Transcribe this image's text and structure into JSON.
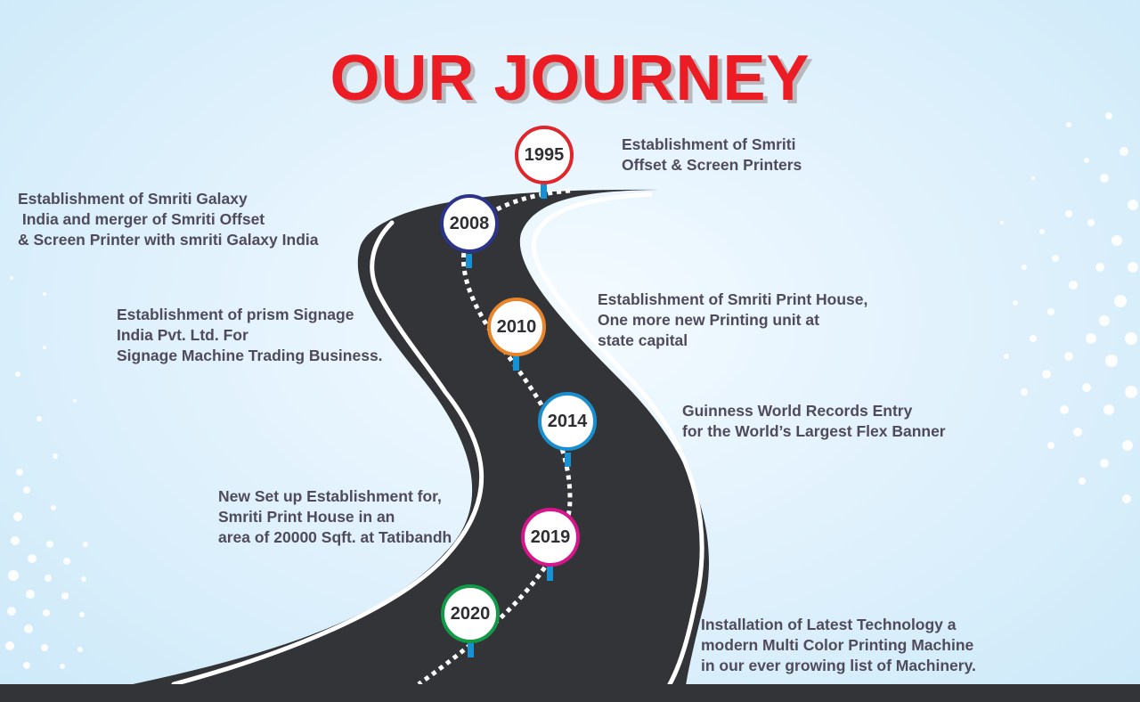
{
  "title": "OUR JOURNEY",
  "colors": {
    "title": "#ec1c24",
    "title_shadow": "#b9b9bd",
    "road": "#333438",
    "text": "#4f4b5a",
    "pole": "#1591d4"
  },
  "milestones": [
    {
      "year": "1995",
      "ring_color": "#e0252b",
      "description": "Establishment of Smriti\nOffset & Screen Printers"
    },
    {
      "year": "2008",
      "ring_color": "#2b3488",
      "description": "Establishment of Smriti Galaxy\n India and merger of Smriti Offset\n& Screen Printer with smriti Galaxy India"
    },
    {
      "year": "2010",
      "ring_color": "#e8852a",
      "description": "Establishment of Smriti Print House,\nOne more new Printing unit at\nstate capital"
    },
    {
      "year": "2014",
      "ring_color": "#1a8fd0",
      "description": "Establishment of prism Signage\nIndia Pvt. Ltd. For\nSignage Machine Trading Business."
    },
    {
      "year": "2019",
      "ring_color": "#d6168a",
      "description": "Guinness World Records Entry\nfor the World’s Largest Flex Banner"
    },
    {
      "year": "2020",
      "ring_color": "#139a48",
      "description": "New Set up Establishment for,\nSmriti Print House in an\narea of 20000 Sqft. at Tatibandh"
    }
  ],
  "extra_note": {
    "description": "Installation of Latest Technology a\nmodern Multi Color Printing Machine\nin our ever growing list of Machinery."
  }
}
